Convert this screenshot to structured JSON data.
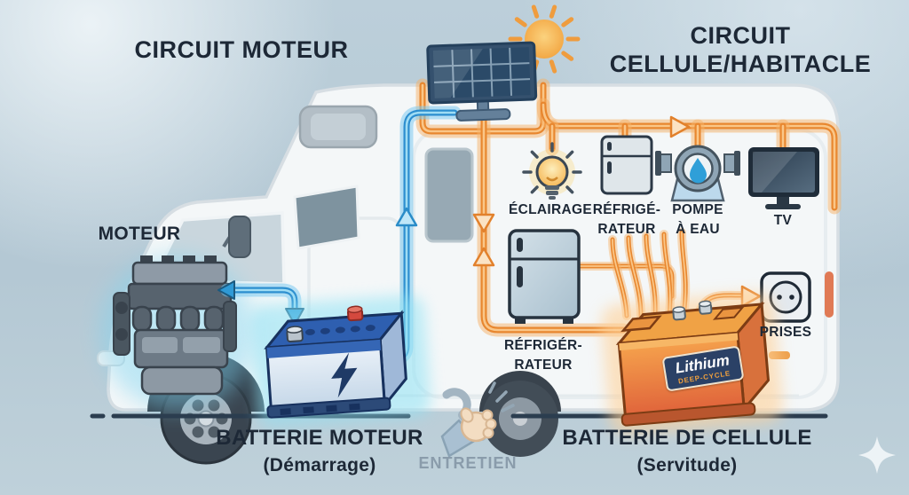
{
  "titles": {
    "left": "CIRCUIT MOTEUR",
    "right_l1": "CIRCUIT",
    "right_l2": "CELLULE/HABITACLE"
  },
  "labels": {
    "moteur": "MOTEUR",
    "eclairage": "ÉCLAIRAGE",
    "fridge_top_l1": "RÉFRIGÉ-",
    "fridge_top_l2": "RATEUR",
    "pompe_l1": "POMPE",
    "pompe_l2": "À EAU",
    "tv": "TV",
    "fridge_big_l1": "RÉFRIGÉR-",
    "fridge_big_l2": "RATEUR",
    "prises": "PRISES",
    "entretien": "ENTRETIEN"
  },
  "batteries": {
    "starter_l1": "BATTERIE MOTEUR",
    "starter_l2": "(Démarrage)",
    "leisure_l1": "BATTERIE DE CELLULE",
    "leisure_l2": "(Servitude)",
    "brand": "Lithium",
    "brand_type": "DEEP-CYCLE"
  },
  "colors": {
    "background": "#b6c9d5",
    "engine_circuit": "#2c8ecf",
    "cell_circuit": "#e8872f",
    "title_text": "#1d2836",
    "starter_battery": "#2e5fb0",
    "leisure_battery": "#ef9146",
    "brand_plate": "#2b4166"
  },
  "icons": [
    "sun-icon",
    "solar-panel-icon",
    "engine-icon",
    "starter-battery-icon",
    "leisure-battery-icon",
    "bulb-icon",
    "fridge-small-icon",
    "fridge-large-icon",
    "water-pump-icon",
    "tv-icon",
    "outlet-icon",
    "wrench-hand-icon",
    "sparkle-icon"
  ]
}
